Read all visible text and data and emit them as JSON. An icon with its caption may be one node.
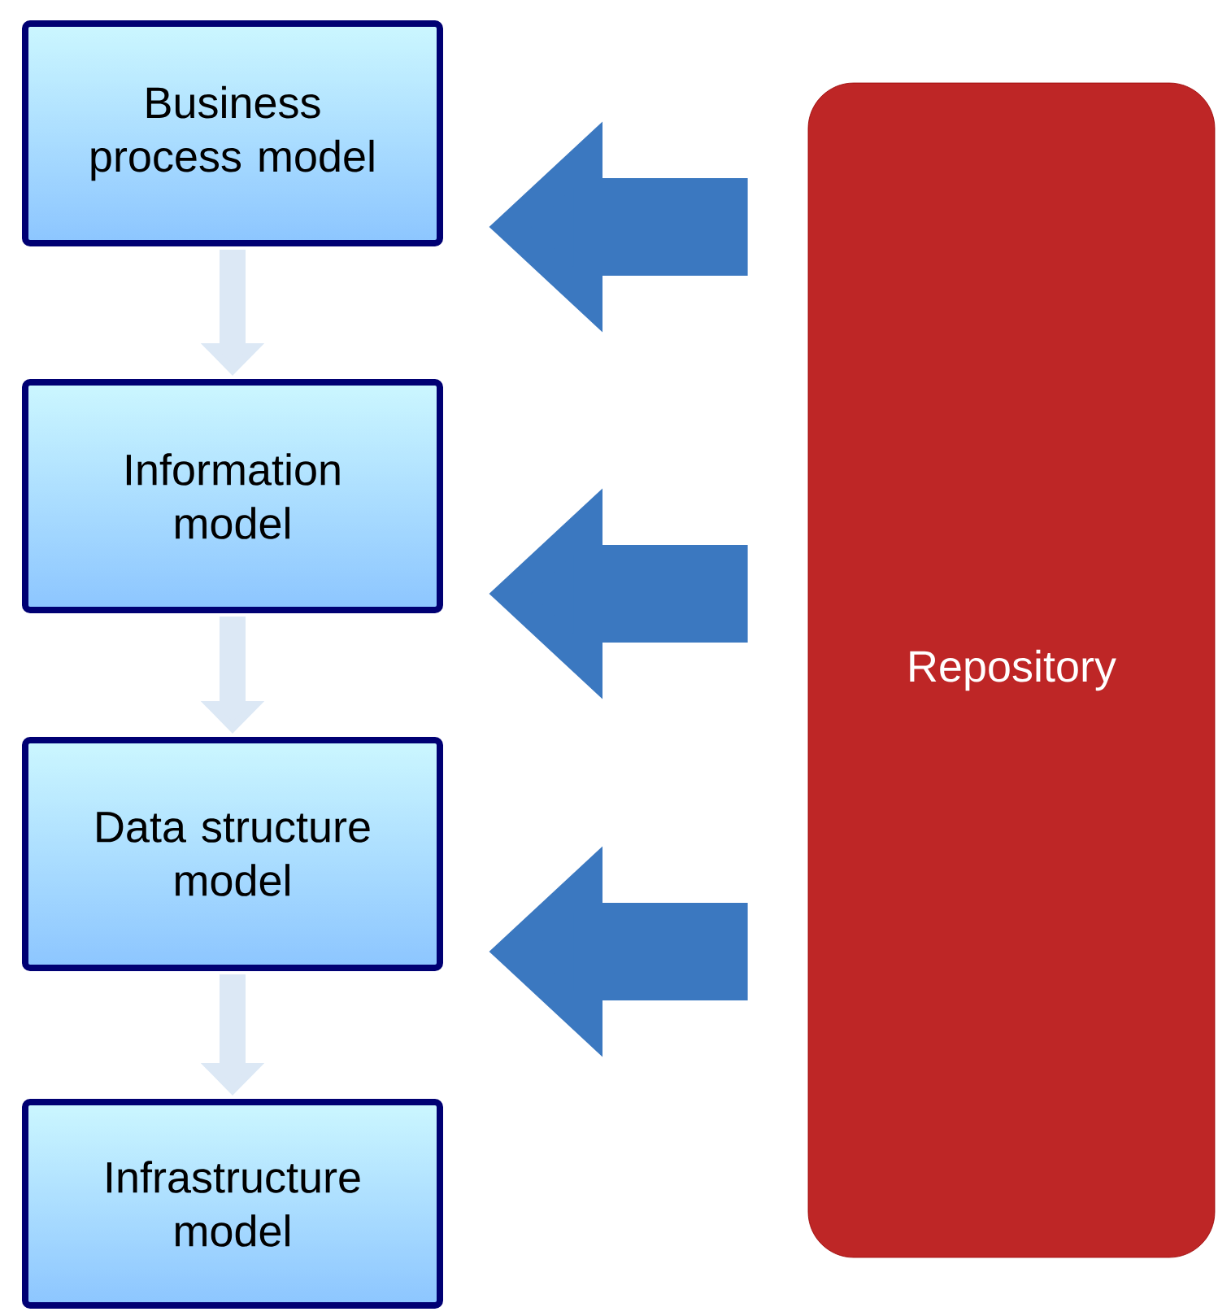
{
  "diagram": {
    "nodes": [
      {
        "text": [
          "Business process model"
        ]
      },
      {
        "text": [
          "Information model"
        ]
      },
      {
        "text": [
          "Data structure model"
        ]
      },
      {
        "text": [
          "Infrastructure model"
        ]
      },
      {
        "text": [
          "Repository"
        ]
      }
    ],
    "edges": [
      {
        "from": 0,
        "to": 1,
        "arrow": "to",
        "color": "#dce8f5"
      },
      {
        "from": 1,
        "to": 2,
        "arrow": "to",
        "color": "#dce8f5"
      },
      {
        "from": 2,
        "to": 3,
        "arrow": "to",
        "color": "#dce8f5"
      },
      {
        "from": 4,
        "to": 0,
        "arrow": "to",
        "style": "thick",
        "color": "#3b78c0"
      },
      {
        "from": 4,
        "to": 1,
        "arrow": "to",
        "style": "thick",
        "color": "#3b78c0"
      },
      {
        "from": 4,
        "to": 2,
        "arrow": "to",
        "style": "thick",
        "color": "#3b78c0"
      }
    ]
  }
}
